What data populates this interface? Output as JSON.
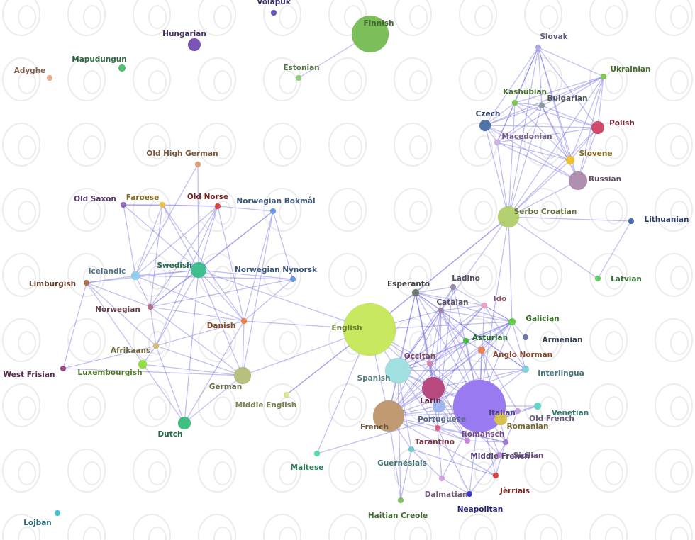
{
  "graph": {
    "nodes": [
      {
        "id": "volapuk",
        "label": "Volapük",
        "color": "#6a52b8"
      },
      {
        "id": "finnish",
        "label": "Finnish",
        "color": "#7cbf5a"
      },
      {
        "id": "hungarian",
        "label": "Hungarian",
        "color": "#7a55b6"
      },
      {
        "id": "mapudungun",
        "label": "Mapudungun",
        "color": "#4cbf70"
      },
      {
        "id": "adyghe",
        "label": "Adyghe",
        "color": "#f0b090"
      },
      {
        "id": "estonian",
        "label": "Estonian",
        "color": "#8ed07a"
      },
      {
        "id": "slovak",
        "label": "Slovak",
        "color": "#b0a8e0"
      },
      {
        "id": "ukrainian",
        "label": "Ukrainian",
        "color": "#7ec84a"
      },
      {
        "id": "kashubian",
        "label": "Kashubian",
        "color": "#7ec84a"
      },
      {
        "id": "bulgarian",
        "label": "Bulgarian",
        "color": "#8a9a9a"
      },
      {
        "id": "czech",
        "label": "Czech",
        "color": "#4e74a8"
      },
      {
        "id": "polish",
        "label": "Polish",
        "color": "#d04a6a"
      },
      {
        "id": "macedonian",
        "label": "Macedonian",
        "color": "#d0b0e0"
      },
      {
        "id": "slovene",
        "label": "Slovene",
        "color": "#f0c030"
      },
      {
        "id": "russian",
        "label": "Russian",
        "color": "#b090b0"
      },
      {
        "id": "serbocroatian",
        "label": "Serbo Croatian",
        "color": "#b4d070"
      },
      {
        "id": "lithuanian",
        "label": "Lithuanian",
        "color": "#4a6ab0"
      },
      {
        "id": "latvian",
        "label": "Latvian",
        "color": "#60d060"
      },
      {
        "id": "ohg",
        "label": "Old High German",
        "color": "#e0a070"
      },
      {
        "id": "oldsaxon",
        "label": "Old Saxon",
        "color": "#9a6ac0"
      },
      {
        "id": "faroese",
        "label": "Faroese",
        "color": "#f0c040"
      },
      {
        "id": "oldnorse",
        "label": "Old Norse",
        "color": "#e04040"
      },
      {
        "id": "nbokmal",
        "label": "Norwegian Bokmål",
        "color": "#6a9ae0"
      },
      {
        "id": "icelandic",
        "label": "Icelandic",
        "color": "#90d0f0"
      },
      {
        "id": "swedish",
        "label": "Swedish",
        "color": "#40c090"
      },
      {
        "id": "nnynorsk",
        "label": "Norwegian Nynorsk",
        "color": "#6a9ae0"
      },
      {
        "id": "limburgish",
        "label": "Limburgish",
        "color": "#b07050"
      },
      {
        "id": "norwegian",
        "label": "Norwegian",
        "color": "#b07080"
      },
      {
        "id": "danish",
        "label": "Danish",
        "color": "#f08040"
      },
      {
        "id": "afrikaans",
        "label": "Afrikaans",
        "color": "#d0c070"
      },
      {
        "id": "westfrisian",
        "label": "West Frisian",
        "color": "#9a4a8a"
      },
      {
        "id": "luxembourgish",
        "label": "Luxembourgish",
        "color": "#90e040"
      },
      {
        "id": "german",
        "label": "German",
        "color": "#b8c080"
      },
      {
        "id": "middleenglish",
        "label": "Middle English",
        "color": "#d8e890"
      },
      {
        "id": "dutch",
        "label": "Dutch",
        "color": "#40c080"
      },
      {
        "id": "english",
        "label": "English",
        "color": "#c8e860"
      },
      {
        "id": "maltese",
        "label": "Maltese",
        "color": "#50e0a0"
      },
      {
        "id": "esperanto",
        "label": "Esperanto",
        "color": "#707a70"
      },
      {
        "id": "ladino",
        "label": "Ladino",
        "color": "#9a8aa8"
      },
      {
        "id": "catalan",
        "label": "Catalan",
        "color": "#9a8aa8"
      },
      {
        "id": "ido",
        "label": "Ido",
        "color": "#f0a0c0"
      },
      {
        "id": "galician",
        "label": "Galician",
        "color": "#60d040"
      },
      {
        "id": "asturian",
        "label": "Asturian",
        "color": "#40c040"
      },
      {
        "id": "armenian",
        "label": "Armenian",
        "color": "#6a7aa0"
      },
      {
        "id": "anglonorman",
        "label": "Anglo Norman",
        "color": "#f08050"
      },
      {
        "id": "occitan",
        "label": "Occitan",
        "color": "#e080b0"
      },
      {
        "id": "interlingua",
        "label": "Interlingua",
        "color": "#80d0e0"
      },
      {
        "id": "spanish",
        "label": "Spanish",
        "color": "#a0e0e0"
      },
      {
        "id": "latin",
        "label": "Latin",
        "color": "#b84a80"
      },
      {
        "id": "italian",
        "label": "Italian",
        "color": "#9a7af0"
      },
      {
        "id": "venetian",
        "label": "Venetian",
        "color": "#60d8c8"
      },
      {
        "id": "oldfrench",
        "label": "Old French",
        "color": "#c0a0e0"
      },
      {
        "id": "romanian",
        "label": "Romanian",
        "color": "#d8c050"
      },
      {
        "id": "french",
        "label": "French",
        "color": "#c09a70"
      },
      {
        "id": "portuguese",
        "label": "Portuguese",
        "color": "#a0b8f0"
      },
      {
        "id": "romansch",
        "label": "Romansch",
        "color": "#d080e0"
      },
      {
        "id": "tarantino",
        "label": "Tarantino",
        "color": "#e06080"
      },
      {
        "id": "middlefrench",
        "label": "Middle French",
        "color": "#a07ad0"
      },
      {
        "id": "sicilian",
        "label": "Sicilian",
        "color": "#c090e0"
      },
      {
        "id": "guernesiais",
        "label": "Guernésiais",
        "color": "#70d0d0"
      },
      {
        "id": "jerriais",
        "label": "Jèrriais",
        "color": "#e04040"
      },
      {
        "id": "dalmatian",
        "label": "Dalmatian",
        "color": "#d0a0e0"
      },
      {
        "id": "neapolitan",
        "label": "Neapolitan",
        "color": "#3a3ad0"
      },
      {
        "id": "haitiancreole",
        "label": "Haitian Creole",
        "color": "#80c060"
      },
      {
        "id": "lojban",
        "label": "Lojban",
        "color": "#40c0d0"
      }
    ],
    "edges": [
      [
        "finnish",
        "estonian"
      ],
      [
        "slovak",
        "ukrainian"
      ],
      [
        "slovak",
        "kashubian"
      ],
      [
        "slovak",
        "bulgarian"
      ],
      [
        "slovak",
        "czech"
      ],
      [
        "slovak",
        "polish"
      ],
      [
        "slovak",
        "macedonian"
      ],
      [
        "slovak",
        "slovene"
      ],
      [
        "slovak",
        "russian"
      ],
      [
        "slovak",
        "serbocroatian"
      ],
      [
        "ukrainian",
        "kashubian"
      ],
      [
        "ukrainian",
        "bulgarian"
      ],
      [
        "ukrainian",
        "czech"
      ],
      [
        "ukrainian",
        "polish"
      ],
      [
        "ukrainian",
        "macedonian"
      ],
      [
        "ukrainian",
        "slovene"
      ],
      [
        "ukrainian",
        "russian"
      ],
      [
        "ukrainian",
        "serbocroatian"
      ],
      [
        "kashubian",
        "bulgarian"
      ],
      [
        "kashubian",
        "czech"
      ],
      [
        "kashubian",
        "polish"
      ],
      [
        "kashubian",
        "macedonian"
      ],
      [
        "kashubian",
        "slovene"
      ],
      [
        "kashubian",
        "serbocroatian"
      ],
      [
        "bulgarian",
        "czech"
      ],
      [
        "bulgarian",
        "polish"
      ],
      [
        "bulgarian",
        "macedonian"
      ],
      [
        "bulgarian",
        "slovene"
      ],
      [
        "bulgarian",
        "russian"
      ],
      [
        "bulgarian",
        "serbocroatian"
      ],
      [
        "czech",
        "polish"
      ],
      [
        "czech",
        "macedonian"
      ],
      [
        "czech",
        "slovene"
      ],
      [
        "czech",
        "russian"
      ],
      [
        "czech",
        "serbocroatian"
      ],
      [
        "polish",
        "macedonian"
      ],
      [
        "polish",
        "slovene"
      ],
      [
        "polish",
        "russian"
      ],
      [
        "polish",
        "serbocroatian"
      ],
      [
        "macedonian",
        "slovene"
      ],
      [
        "macedonian",
        "russian"
      ],
      [
        "macedonian",
        "serbocroatian"
      ],
      [
        "slovene",
        "russian"
      ],
      [
        "slovene",
        "serbocroatian"
      ],
      [
        "russian",
        "serbocroatian"
      ],
      [
        "serbocroatian",
        "lithuanian"
      ],
      [
        "lithuanian",
        "latvian"
      ],
      [
        "serbocroatian",
        "english"
      ],
      [
        "serbocroatian",
        "esperanto"
      ],
      [
        "serbocroatian",
        "latvian"
      ],
      [
        "serbocroatian",
        "galician"
      ],
      [
        "serbocroatian",
        "italian"
      ],
      [
        "serbocroatian",
        "spanish"
      ],
      [
        "ohg",
        "swedish"
      ],
      [
        "ohg",
        "icelandic"
      ],
      [
        "oldsaxon",
        "swedish"
      ],
      [
        "oldsaxon",
        "icelandic"
      ],
      [
        "oldsaxon",
        "faroese"
      ],
      [
        "oldsaxon",
        "oldnorse"
      ],
      [
        "faroese",
        "swedish"
      ],
      [
        "faroese",
        "icelandic"
      ],
      [
        "faroese",
        "oldnorse"
      ],
      [
        "faroese",
        "norwegian"
      ],
      [
        "faroese",
        "danish"
      ],
      [
        "oldnorse",
        "swedish"
      ],
      [
        "oldnorse",
        "icelandic"
      ],
      [
        "oldnorse",
        "nbokmal"
      ],
      [
        "oldnorse",
        "norwegian"
      ],
      [
        "oldnorse",
        "danish"
      ],
      [
        "oldnorse",
        "afrikaans"
      ],
      [
        "nbokmal",
        "nnynorsk"
      ],
      [
        "nbokmal",
        "swedish"
      ],
      [
        "nbokmal",
        "danish"
      ],
      [
        "nbokmal",
        "norwegian"
      ],
      [
        "nbokmal",
        "german"
      ],
      [
        "icelandic",
        "swedish"
      ],
      [
        "icelandic",
        "limburgish"
      ],
      [
        "icelandic",
        "norwegian"
      ],
      [
        "icelandic",
        "danish"
      ],
      [
        "icelandic",
        "nnynorsk"
      ],
      [
        "swedish",
        "nnynorsk"
      ],
      [
        "swedish",
        "norwegian"
      ],
      [
        "swedish",
        "danish"
      ],
      [
        "swedish",
        "afrikaans"
      ],
      [
        "swedish",
        "dutch"
      ],
      [
        "swedish",
        "german"
      ],
      [
        "swedish",
        "english"
      ],
      [
        "swedish",
        "limburgish"
      ],
      [
        "nnynorsk",
        "danish"
      ],
      [
        "nnynorsk",
        "norwegian"
      ],
      [
        "limburgish",
        "norwegian"
      ],
      [
        "limburgish",
        "westfrisian"
      ],
      [
        "limburgish",
        "afrikaans"
      ],
      [
        "limburgish",
        "dutch"
      ],
      [
        "norwegian",
        "danish"
      ],
      [
        "norwegian",
        "afrikaans"
      ],
      [
        "norwegian",
        "german"
      ],
      [
        "danish",
        "german"
      ],
      [
        "danish",
        "english"
      ],
      [
        "danish",
        "afrikaans"
      ],
      [
        "danish",
        "dutch"
      ],
      [
        "afrikaans",
        "dutch"
      ],
      [
        "afrikaans",
        "german"
      ],
      [
        "afrikaans",
        "westfrisian"
      ],
      [
        "afrikaans",
        "luxembourgish"
      ],
      [
        "german",
        "dutch"
      ],
      [
        "german",
        "english"
      ],
      [
        "german",
        "luxembourgish"
      ],
      [
        "german",
        "westfrisian"
      ],
      [
        "english",
        "middleenglish"
      ],
      [
        "english",
        "french"
      ],
      [
        "english",
        "spanish"
      ],
      [
        "english",
        "latin"
      ],
      [
        "english",
        "italian"
      ],
      [
        "english",
        "esperanto"
      ],
      [
        "english",
        "catalan"
      ],
      [
        "english",
        "occitan"
      ],
      [
        "english",
        "galician"
      ],
      [
        "middleenglish",
        "english"
      ],
      [
        "maltese",
        "english"
      ],
      [
        "maltese",
        "italian"
      ],
      [
        "esperanto",
        "ladino"
      ],
      [
        "esperanto",
        "catalan"
      ],
      [
        "esperanto",
        "ido"
      ],
      [
        "esperanto",
        "galician"
      ],
      [
        "esperanto",
        "asturian"
      ],
      [
        "esperanto",
        "occitan"
      ],
      [
        "esperanto",
        "spanish"
      ],
      [
        "esperanto",
        "latin"
      ],
      [
        "esperanto",
        "italian"
      ],
      [
        "esperanto",
        "french"
      ],
      [
        "esperanto",
        "portuguese"
      ],
      [
        "esperanto",
        "interlingua"
      ],
      [
        "ladino",
        "catalan"
      ],
      [
        "ladino",
        "galician"
      ],
      [
        "ladino",
        "spanish"
      ],
      [
        "ladino",
        "portuguese"
      ],
      [
        "ladino",
        "italian"
      ],
      [
        "catalan",
        "ido"
      ],
      [
        "catalan",
        "galician"
      ],
      [
        "catalan",
        "asturian"
      ],
      [
        "catalan",
        "occitan"
      ],
      [
        "catalan",
        "spanish"
      ],
      [
        "catalan",
        "latin"
      ],
      [
        "catalan",
        "italian"
      ],
      [
        "catalan",
        "french"
      ],
      [
        "catalan",
        "portuguese"
      ],
      [
        "catalan",
        "romanian"
      ],
      [
        "catalan",
        "interlingua"
      ],
      [
        "ido",
        "galician"
      ],
      [
        "ido",
        "occitan"
      ],
      [
        "ido",
        "spanish"
      ],
      [
        "ido",
        "italian"
      ],
      [
        "ido",
        "french"
      ],
      [
        "ido",
        "interlingua"
      ],
      [
        "galician",
        "asturian"
      ],
      [
        "galician",
        "occitan"
      ],
      [
        "galician",
        "spanish"
      ],
      [
        "galician",
        "latin"
      ],
      [
        "galician",
        "italian"
      ],
      [
        "galician",
        "french"
      ],
      [
        "galician",
        "portuguese"
      ],
      [
        "galician",
        "interlingua"
      ],
      [
        "galician",
        "armenian"
      ],
      [
        "galician",
        "anglonorman"
      ],
      [
        "asturian",
        "occitan"
      ],
      [
        "asturian",
        "spanish"
      ],
      [
        "asturian",
        "italian"
      ],
      [
        "asturian",
        "french"
      ],
      [
        "asturian",
        "portuguese"
      ],
      [
        "asturian",
        "anglonorman"
      ],
      [
        "anglonorman",
        "french"
      ],
      [
        "anglonorman",
        "oldfrench"
      ],
      [
        "anglonorman",
        "italian"
      ],
      [
        "anglonorman",
        "middlefrench"
      ],
      [
        "occitan",
        "spanish"
      ],
      [
        "occitan",
        "latin"
      ],
      [
        "occitan",
        "italian"
      ],
      [
        "occitan",
        "french"
      ],
      [
        "occitan",
        "portuguese"
      ],
      [
        "occitan",
        "romansch"
      ],
      [
        "interlingua",
        "italian"
      ],
      [
        "interlingua",
        "spanish"
      ],
      [
        "interlingua",
        "french"
      ],
      [
        "interlingua",
        "latin"
      ],
      [
        "spanish",
        "latin"
      ],
      [
        "spanish",
        "italian"
      ],
      [
        "spanish",
        "french"
      ],
      [
        "spanish",
        "portuguese"
      ],
      [
        "spanish",
        "guernesiais"
      ],
      [
        "spanish",
        "haitiancreole"
      ],
      [
        "spanish",
        "tarantino"
      ],
      [
        "latin",
        "italian"
      ],
      [
        "latin",
        "french"
      ],
      [
        "latin",
        "portuguese"
      ],
      [
        "latin",
        "romansch"
      ],
      [
        "latin",
        "tarantino"
      ],
      [
        "latin",
        "sicilian"
      ],
      [
        "italian",
        "venetian"
      ],
      [
        "italian",
        "oldfrench"
      ],
      [
        "italian",
        "romanian"
      ],
      [
        "italian",
        "portuguese"
      ],
      [
        "italian",
        "romansch"
      ],
      [
        "italian",
        "tarantino"
      ],
      [
        "italian",
        "middlefrench"
      ],
      [
        "italian",
        "sicilian"
      ],
      [
        "italian",
        "jerriais"
      ],
      [
        "italian",
        "neapolitan"
      ],
      [
        "italian",
        "dalmatian"
      ],
      [
        "italian",
        "french"
      ],
      [
        "venetian",
        "oldfrench"
      ],
      [
        "venetian",
        "romanian"
      ],
      [
        "oldfrench",
        "romanian"
      ],
      [
        "oldfrench",
        "french"
      ],
      [
        "oldfrench",
        "middlefrench"
      ],
      [
        "french",
        "portuguese"
      ],
      [
        "french",
        "romansch"
      ],
      [
        "french",
        "guernesiais"
      ],
      [
        "french",
        "haitiancreole"
      ],
      [
        "french",
        "jerriais"
      ],
      [
        "french",
        "middlefrench"
      ],
      [
        "portuguese",
        "romansch"
      ],
      [
        "portuguese",
        "tarantino"
      ],
      [
        "romansch",
        "tarantino"
      ],
      [
        "romansch",
        "middlefrench"
      ],
      [
        "tarantino",
        "middlefrench"
      ],
      [
        "tarantino",
        "dalmatian"
      ],
      [
        "tarantino",
        "neapolitan"
      ],
      [
        "middlefrench",
        "sicilian"
      ],
      [
        "middlefrench",
        "jerriais"
      ],
      [
        "guernesiais",
        "jerriais"
      ],
      [
        "guernesiais",
        "dalmatian"
      ],
      [
        "guernesiais",
        "haitiancreole"
      ],
      [
        "dalmatian",
        "neapolitan"
      ],
      [
        "sicilian",
        "neapolitan"
      ]
    ]
  }
}
